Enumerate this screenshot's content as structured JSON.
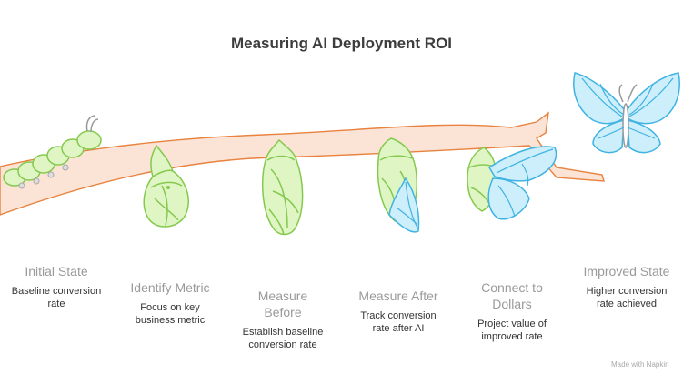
{
  "title": "Measuring AI Deployment ROI",
  "stages": [
    {
      "title": "Initial State",
      "description": "Baseline conversion rate",
      "icon": "caterpillar-icon"
    },
    {
      "title": "Identify Metric",
      "description": "Focus on key business metric",
      "icon": "chrysalis-forming-icon"
    },
    {
      "title": "Measure Before",
      "description": "Establish baseline conversion rate",
      "icon": "chrysalis-icon"
    },
    {
      "title": "Measure After",
      "description": "Track conversion rate after AI",
      "icon": "chrysalis-emerging-icon"
    },
    {
      "title": "Connect to Dollars",
      "description": "Project value of improved rate",
      "icon": "emerging-butterfly-icon"
    },
    {
      "title": "Improved State",
      "description": "Higher conversion rate achieved",
      "icon": "butterfly-icon"
    }
  ],
  "credit": "Made with Napkin",
  "colors": {
    "branch_fill": "#fbe3d6",
    "branch_stroke": "#e8823e",
    "chrysalis_fill": "#dff5c4",
    "chrysalis_stroke": "#84c94e",
    "wing_fill": "#cdeefb",
    "wing_stroke": "#3fb3e3",
    "title": "#3d3d3d",
    "stage_title": "#9a9a9a"
  }
}
